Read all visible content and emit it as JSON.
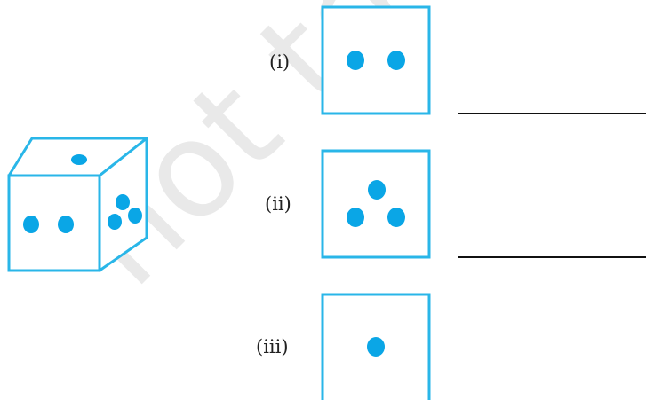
{
  "watermark": "not to be",
  "colors": {
    "outline": "#29b6e8",
    "dot": "#0aa6e6",
    "text": "#222222",
    "answer_line": "#111111",
    "watermark": "#e9e9e9"
  },
  "cube": {
    "top_face_dots": 1,
    "front_face_dots": 2,
    "side_face_dots": 3
  },
  "options": [
    {
      "label": "(i)",
      "dots": 2
    },
    {
      "label": "(ii)",
      "dots": 3
    },
    {
      "label": "(iii)",
      "dots": 1
    }
  ]
}
